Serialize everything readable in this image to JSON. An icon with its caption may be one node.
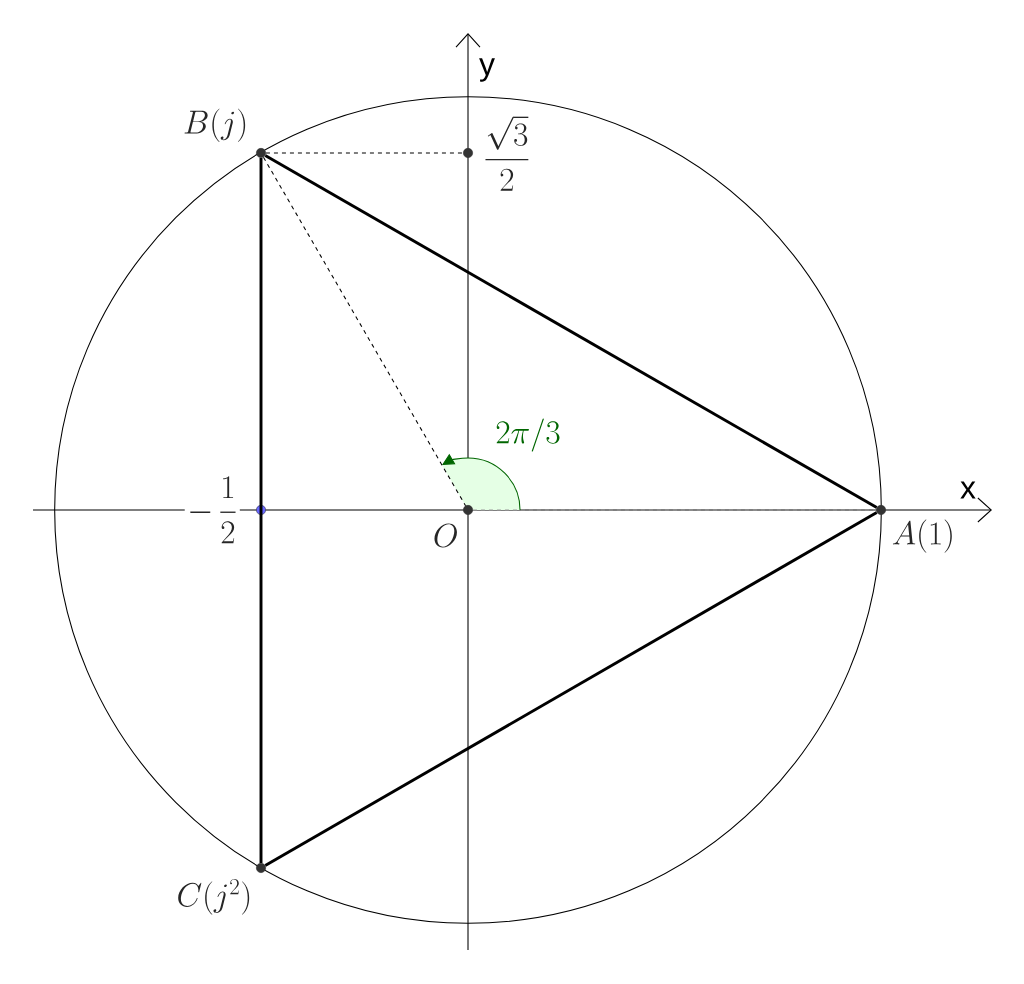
{
  "diagram": {
    "nodes": [
      {
        "text": [
          "A(1)"
        ]
      },
      {
        "text": [
          "B(j)"
        ]
      },
      {
        "text": [
          "C(j^{2})"
        ]
      },
      {
        "text": [
          "O"
        ]
      },
      {
        "text": [
          "\\dfrac{\\sqrt{3}}{2}"
        ]
      },
      {
        "text": [
          "-\\,\\dfrac{1}{2}"
        ]
      }
    ],
    "edges": [
      {
        "from": 1,
        "to": 0,
        "arrow": "none",
        "style": "thick"
      },
      {
        "from": 1,
        "to": 2,
        "arrow": "none",
        "style": "thick"
      },
      {
        "from": 2,
        "to": 0,
        "arrow": "none",
        "style": "thick"
      },
      {
        "from": 1,
        "to": 4,
        "arrow": "none",
        "style": "dashed"
      },
      {
        "from": 1,
        "to": 3,
        "arrow": "none",
        "style": "dashed"
      },
      {
        "from": 3,
        "to": 0,
        "arrow": "none",
        "style": "dashed",
        "color": "#9a9a9a"
      }
    ],
    "labels": [
      "x",
      "y",
      "2\\pi/3"
    ]
  }
}
